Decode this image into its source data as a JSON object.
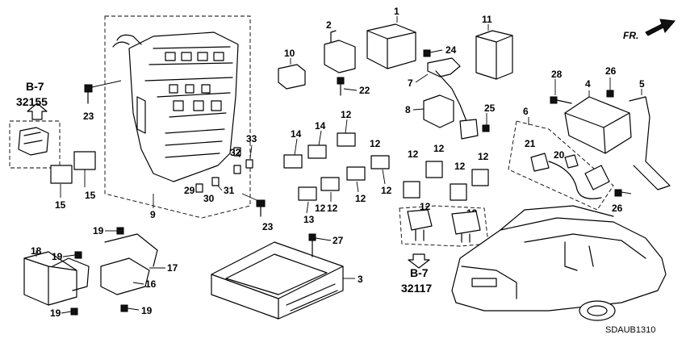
{
  "diagram": {
    "drawing_code": "SDAUB1310",
    "front_marker": "FR.",
    "references": {
      "top_left": {
        "page": "B-7",
        "code": "32155"
      },
      "bottom_center": {
        "page": "B-7",
        "code": "32117"
      }
    },
    "callouts": {
      "c1": "1",
      "c2": "2",
      "c3": "3",
      "c4": "4",
      "c5": "5",
      "c6": "6",
      "c7": "7",
      "c8": "8",
      "c9": "9",
      "c10": "10",
      "c11": "11",
      "c12a": "12",
      "c12b": "12",
      "c12c": "12",
      "c12d": "12",
      "c12e": "12",
      "c12f": "12",
      "c12g": "12",
      "c12h": "12",
      "c12i": "12",
      "c12j": "12",
      "c12k": "12",
      "c12l": "12",
      "c13": "13",
      "c14a": "14",
      "c14b": "14",
      "c15a": "15",
      "c15b": "15",
      "c16": "16",
      "c17": "17",
      "c18": "18",
      "c19a": "19",
      "c19b": "19",
      "c19c": "19",
      "c19d": "19",
      "c20": "20",
      "c21": "21",
      "c22": "22",
      "c23a": "23",
      "c23b": "23",
      "c24": "24",
      "c25": "25",
      "c26a": "26",
      "c26b": "26",
      "c27": "27",
      "c28": "28",
      "c29": "29",
      "c30": "30",
      "c31": "31",
      "c32": "32",
      "c33": "33"
    }
  }
}
